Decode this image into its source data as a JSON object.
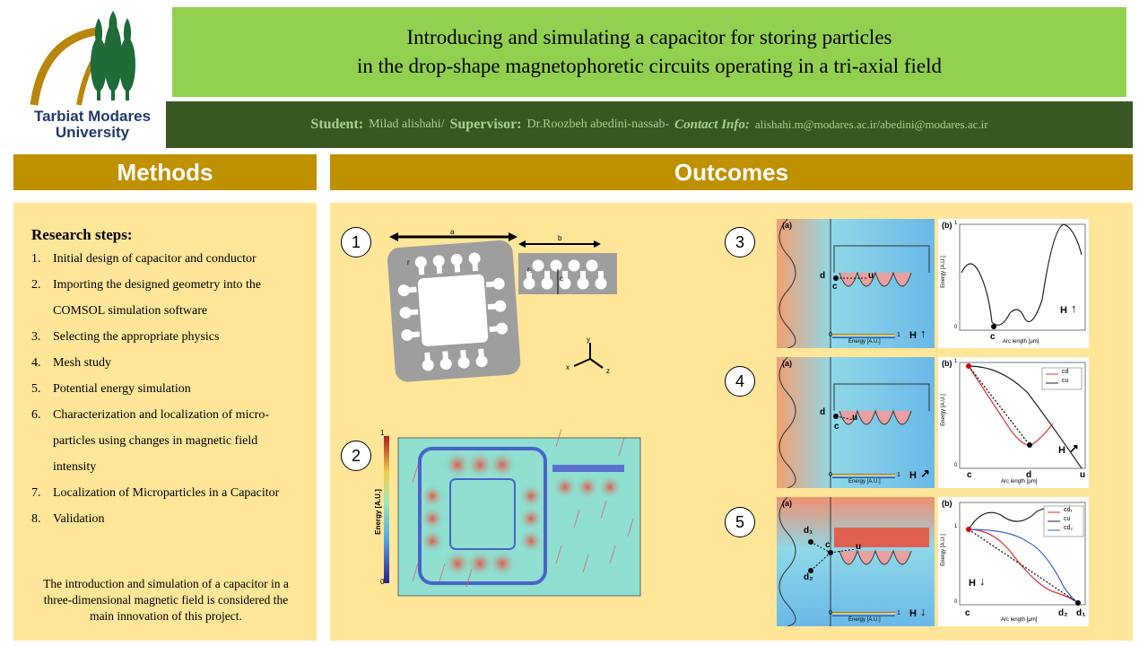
{
  "logo": {
    "line1": "Tarbiat Modares",
    "line2": "University"
  },
  "title": {
    "line1": "Introducing and simulating a capacitor for storing particles",
    "line2": "in the drop-shape magnetophoretic circuits operating in a tri-axial field"
  },
  "info": {
    "student_label": "Student:",
    "student_name": "Milad  alishahi/",
    "supervisor_label": "Supervisor:",
    "supervisor_name": "Dr.Roozbeh abedini-nassab-",
    "contact_label": "Contact Info:",
    "contact_value": "alishahi.m@modares.ac.ir/abedini@modares.ac.ir"
  },
  "methods": {
    "heading": "Methods",
    "steps_title": "Research steps:",
    "steps": [
      {
        "n": "1.",
        "text": "Initial design of capacitor and conductor"
      },
      {
        "n": "2.",
        "text": "Importing the designed geometry into the COMSOL simulation software"
      },
      {
        "n": "3.",
        "text": "Selecting the appropriate physics"
      },
      {
        "n": "4.",
        "text": "Mesh study"
      },
      {
        "n": "5.",
        "text": "Potential energy simulation"
      },
      {
        "n": "6.",
        "text": "Characterization and localization of micro-particles using changes in magnetic field intensity"
      },
      {
        "n": "7.",
        "text": "Localization of Microparticles in a Capacitor"
      },
      {
        "n": "8.",
        "text": "Validation"
      }
    ],
    "innovation": "The introduction and simulation of a capacitor in a three-dimensional magnetic field is considered the main innovation of this project."
  },
  "outcomes": {
    "heading": "Outcomes",
    "fig_numbers": [
      "1",
      "2",
      "3",
      "4",
      "5"
    ],
    "fig1": {
      "a": "a",
      "b": "b",
      "r": "r",
      "r1": "r₁",
      "c": "c",
      "axis_y": "y",
      "axis_x": "x",
      "axis_z": "z"
    },
    "fig2": {
      "scale_max": "1",
      "scale_min": "0",
      "scale_label": "Energy [A.U.]"
    },
    "fig3": {
      "panel_a": "(a)",
      "panel_b": "(b)",
      "d": "d",
      "c": "c",
      "u": "u",
      "colorbar": "Energy [A.U.]",
      "cb_min": "0",
      "cb_max": "1",
      "field": "H",
      "ylabel": "Energy [A.U.]",
      "xlabel": "Arc length [μm]",
      "y1": "1",
      "y0": "0",
      "xc": "c"
    },
    "fig4": {
      "panel_a": "(a)",
      "panel_b": "(b)",
      "d": "d",
      "c": "c",
      "u": "u",
      "colorbar": "Energy [A.U.]",
      "cb_min": "0",
      "cb_max": "1",
      "field": "H",
      "ylabel": "Energy [A.U.]",
      "xlabel": "Arc length [μm]",
      "y1": "1",
      "y0": "0",
      "xc": "c",
      "xd": "d",
      "xu": "u",
      "legend": [
        "cd",
        "cu"
      ]
    },
    "fig5": {
      "panel_a": "(a)",
      "panel_b": "(b)",
      "d1": "d₁",
      "d2": "d₂",
      "c": "c",
      "u": "u",
      "colorbar": "Energy [A.U.]",
      "cb_min": "0",
      "cb_max": "1",
      "field": "H",
      "ylabel": "Energy [A.U.]",
      "xlabel": "Arc length [μm]",
      "y1": "1",
      "y0": "0",
      "xc": "c",
      "xd2": "d₂",
      "xd1": "d₁",
      "legend": [
        "cd₁",
        "cu",
        "cd₂"
      ]
    }
  },
  "colors": {
    "title_bg": "#92d050",
    "info_bg": "#385723",
    "info_text": "#a9d18e",
    "section_bg": "#bf9000",
    "panel_bg": "#ffe699"
  }
}
